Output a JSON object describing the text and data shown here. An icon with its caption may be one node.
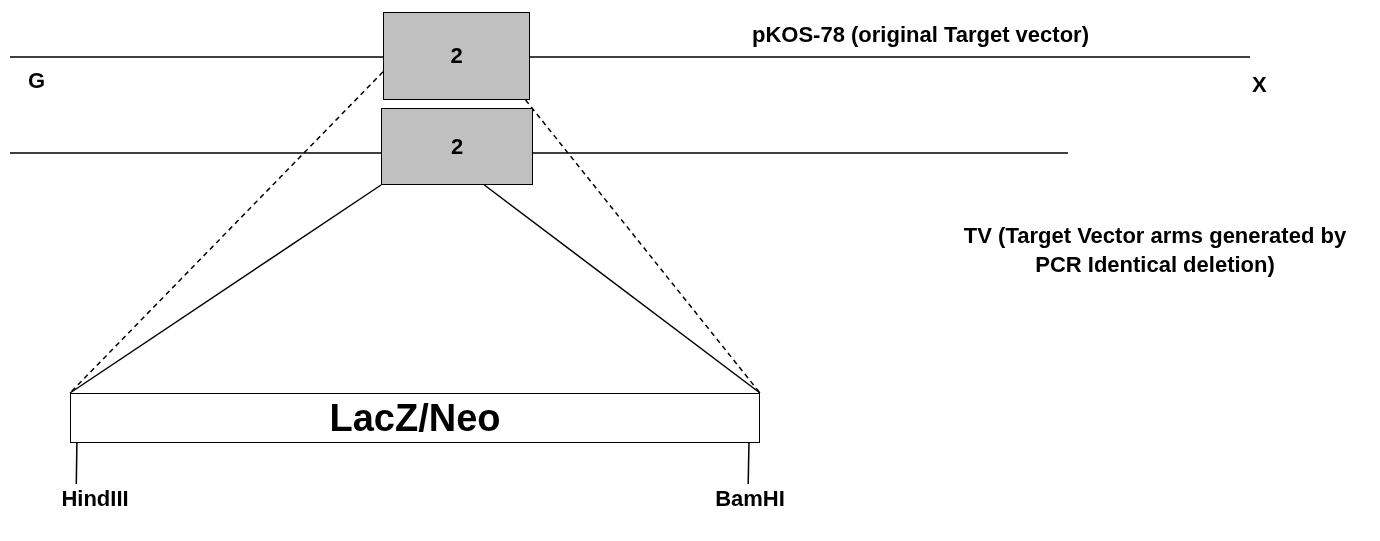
{
  "diagram": {
    "nodes": [
      {
        "text": [
          "2"
        ]
      },
      {
        "text": [
          "2"
        ]
      },
      {
        "text": [
          "LacZ/Neo"
        ]
      },
      {
        "text": [
          "HindIII"
        ]
      },
      {
        "text": [
          "BamHI"
        ]
      }
    ],
    "edges": [
      {
        "from": 0,
        "to": 2,
        "arrow": "none",
        "style": "dashed"
      },
      {
        "from": 0,
        "to": 2,
        "arrow": "none",
        "style": "dashed"
      },
      {
        "from": 1,
        "to": 2,
        "arrow": "none"
      },
      {
        "from": 1,
        "to": 2,
        "arrow": "none"
      },
      {
        "from": 3,
        "to": 2,
        "arrow": "none"
      },
      {
        "from": 4,
        "to": 2,
        "arrow": "none"
      }
    ],
    "labels": [
      "pKOS-78 (original Target vector)",
      "G",
      "X",
      "TV (Target Vector arms generated by PCR Identical deletion)"
    ]
  }
}
